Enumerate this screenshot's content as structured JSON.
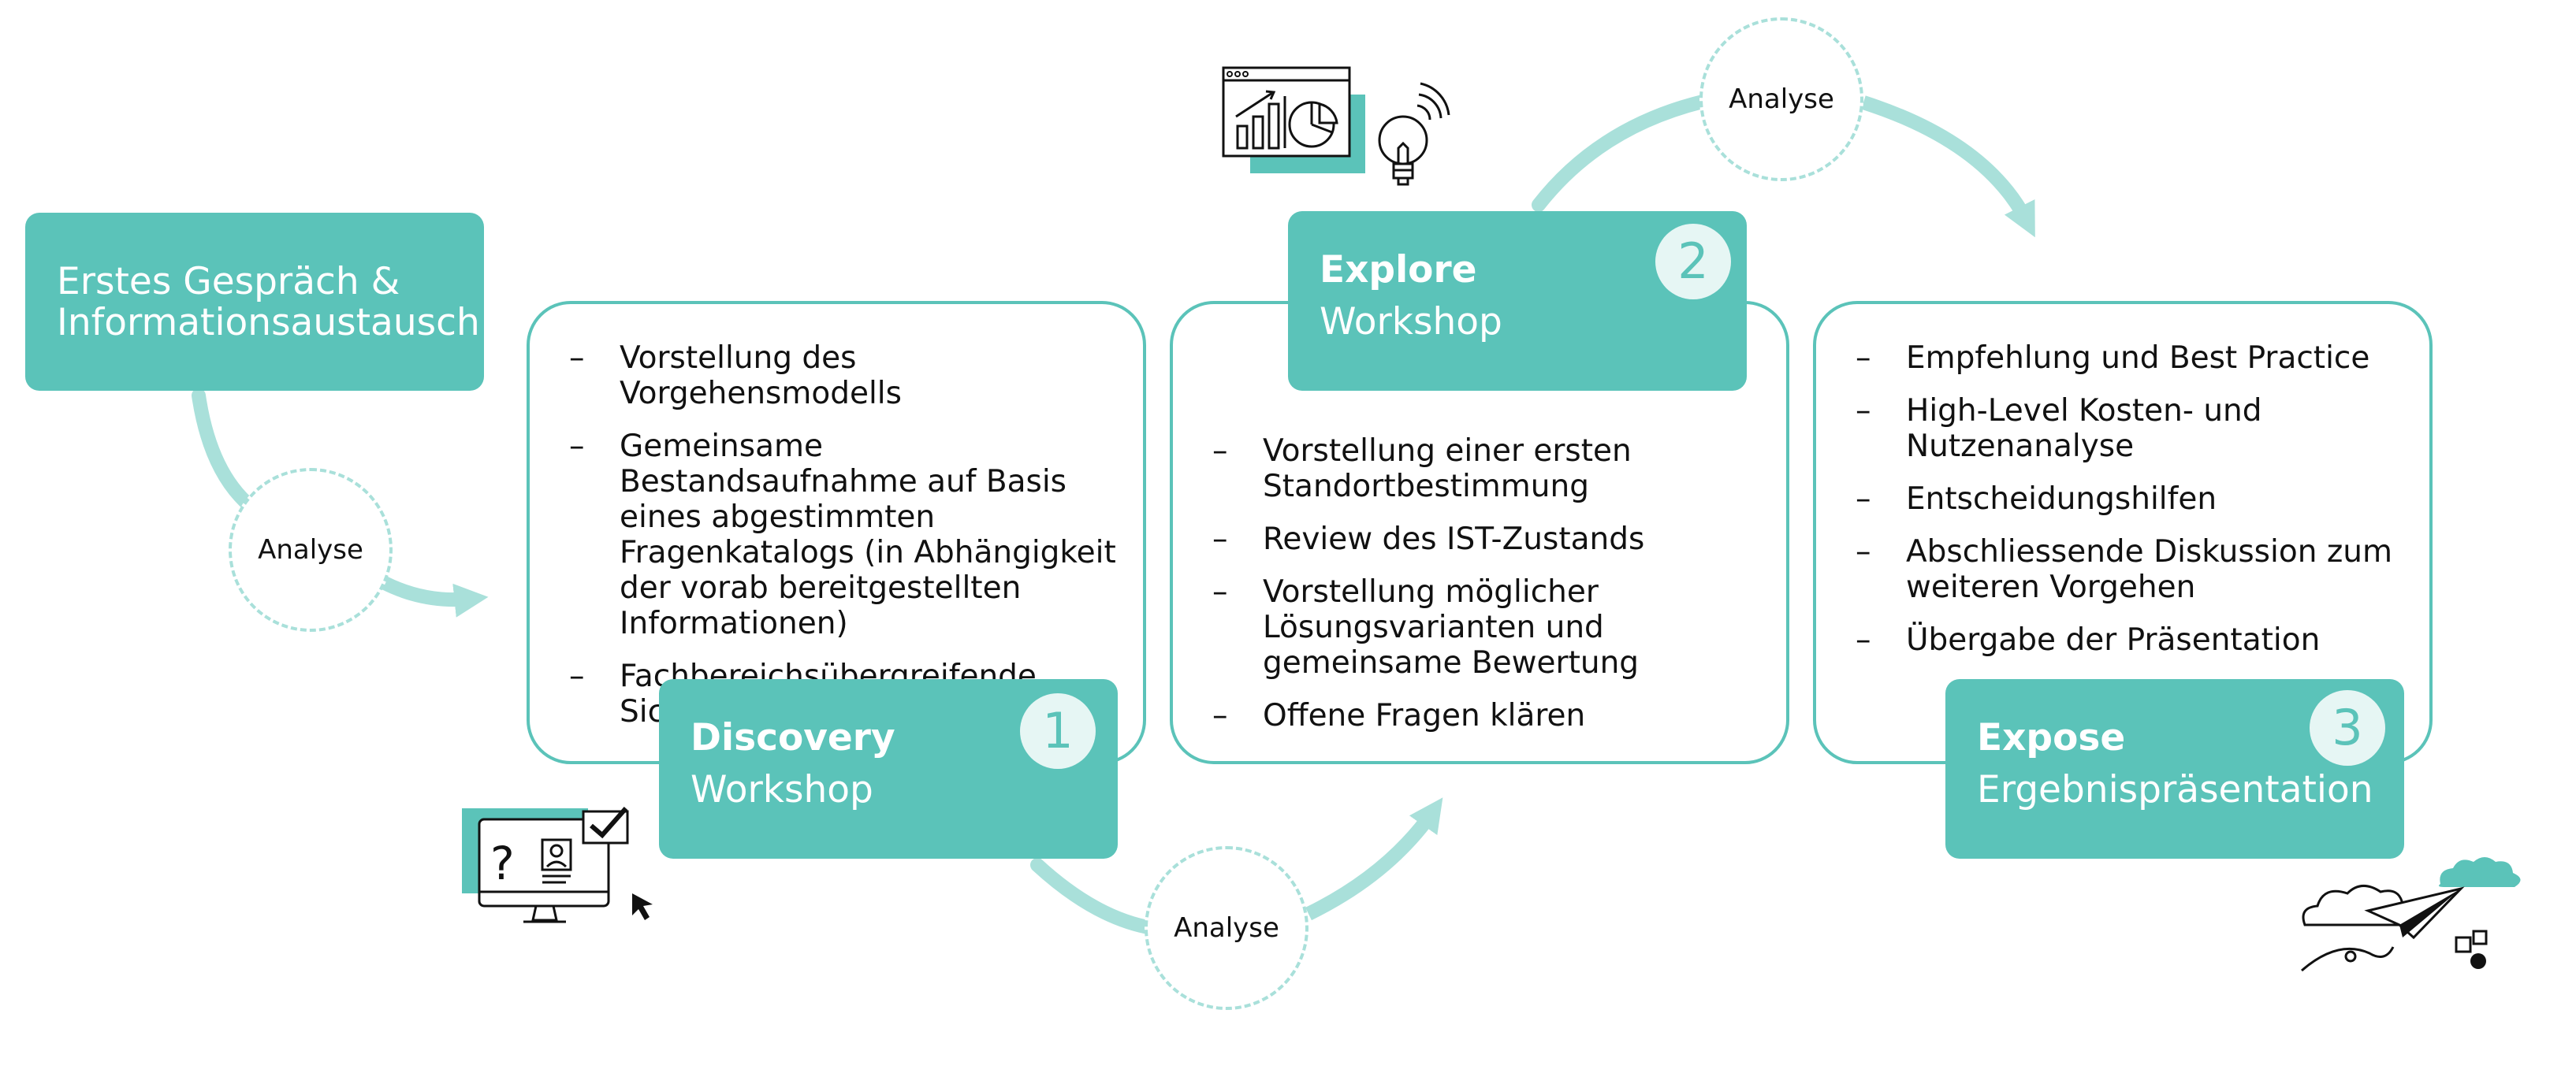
{
  "intro": {
    "title": "Erstes Gespräch & Informationsaustausch"
  },
  "analyse_label": "Analyse",
  "phases": [
    {
      "number": "1",
      "title": "Discovery",
      "subtitle": "Workshop",
      "bullets": [
        "Vorstellung des Vorgehensmodells",
        "Gemeinsame Bestandsaufnahme auf Basis eines abgestimmten Fragenkatalogs (in Abhängigkeit der vorab bereitgestellten Informationen)",
        "Fachbereichsübergreifende Sicht"
      ]
    },
    {
      "number": "2",
      "title": "Explore",
      "subtitle": "Workshop",
      "bullets": [
        "Vorstellung einer ersten Standortbestimmung",
        "Review des IST-Zustands",
        "Vorstellung möglicher Lösungsvarianten und gemeinsame Bewertung",
        "Offene Fragen klären"
      ]
    },
    {
      "number": "3",
      "title": "Expose",
      "subtitle": "Ergebnispräsentation",
      "bullets": [
        "Empfehlung und Best Practice",
        "High-Level Kosten- und Nutzenanalyse",
        "Entscheidungshilfen",
        "Abschliessende Diskussion zum weiteren Vorgehen",
        "Übergabe der Präsentation"
      ]
    }
  ],
  "colors": {
    "teal": "#5bc3b9",
    "teal_light": "#a9e0da",
    "badge_bg": "#e6f6f4",
    "text": "#111111"
  },
  "icons": [
    "computer-quiz-icon",
    "dashboard-chart-icon",
    "lightbulb-icon",
    "paper-plane-cloud-icon"
  ]
}
